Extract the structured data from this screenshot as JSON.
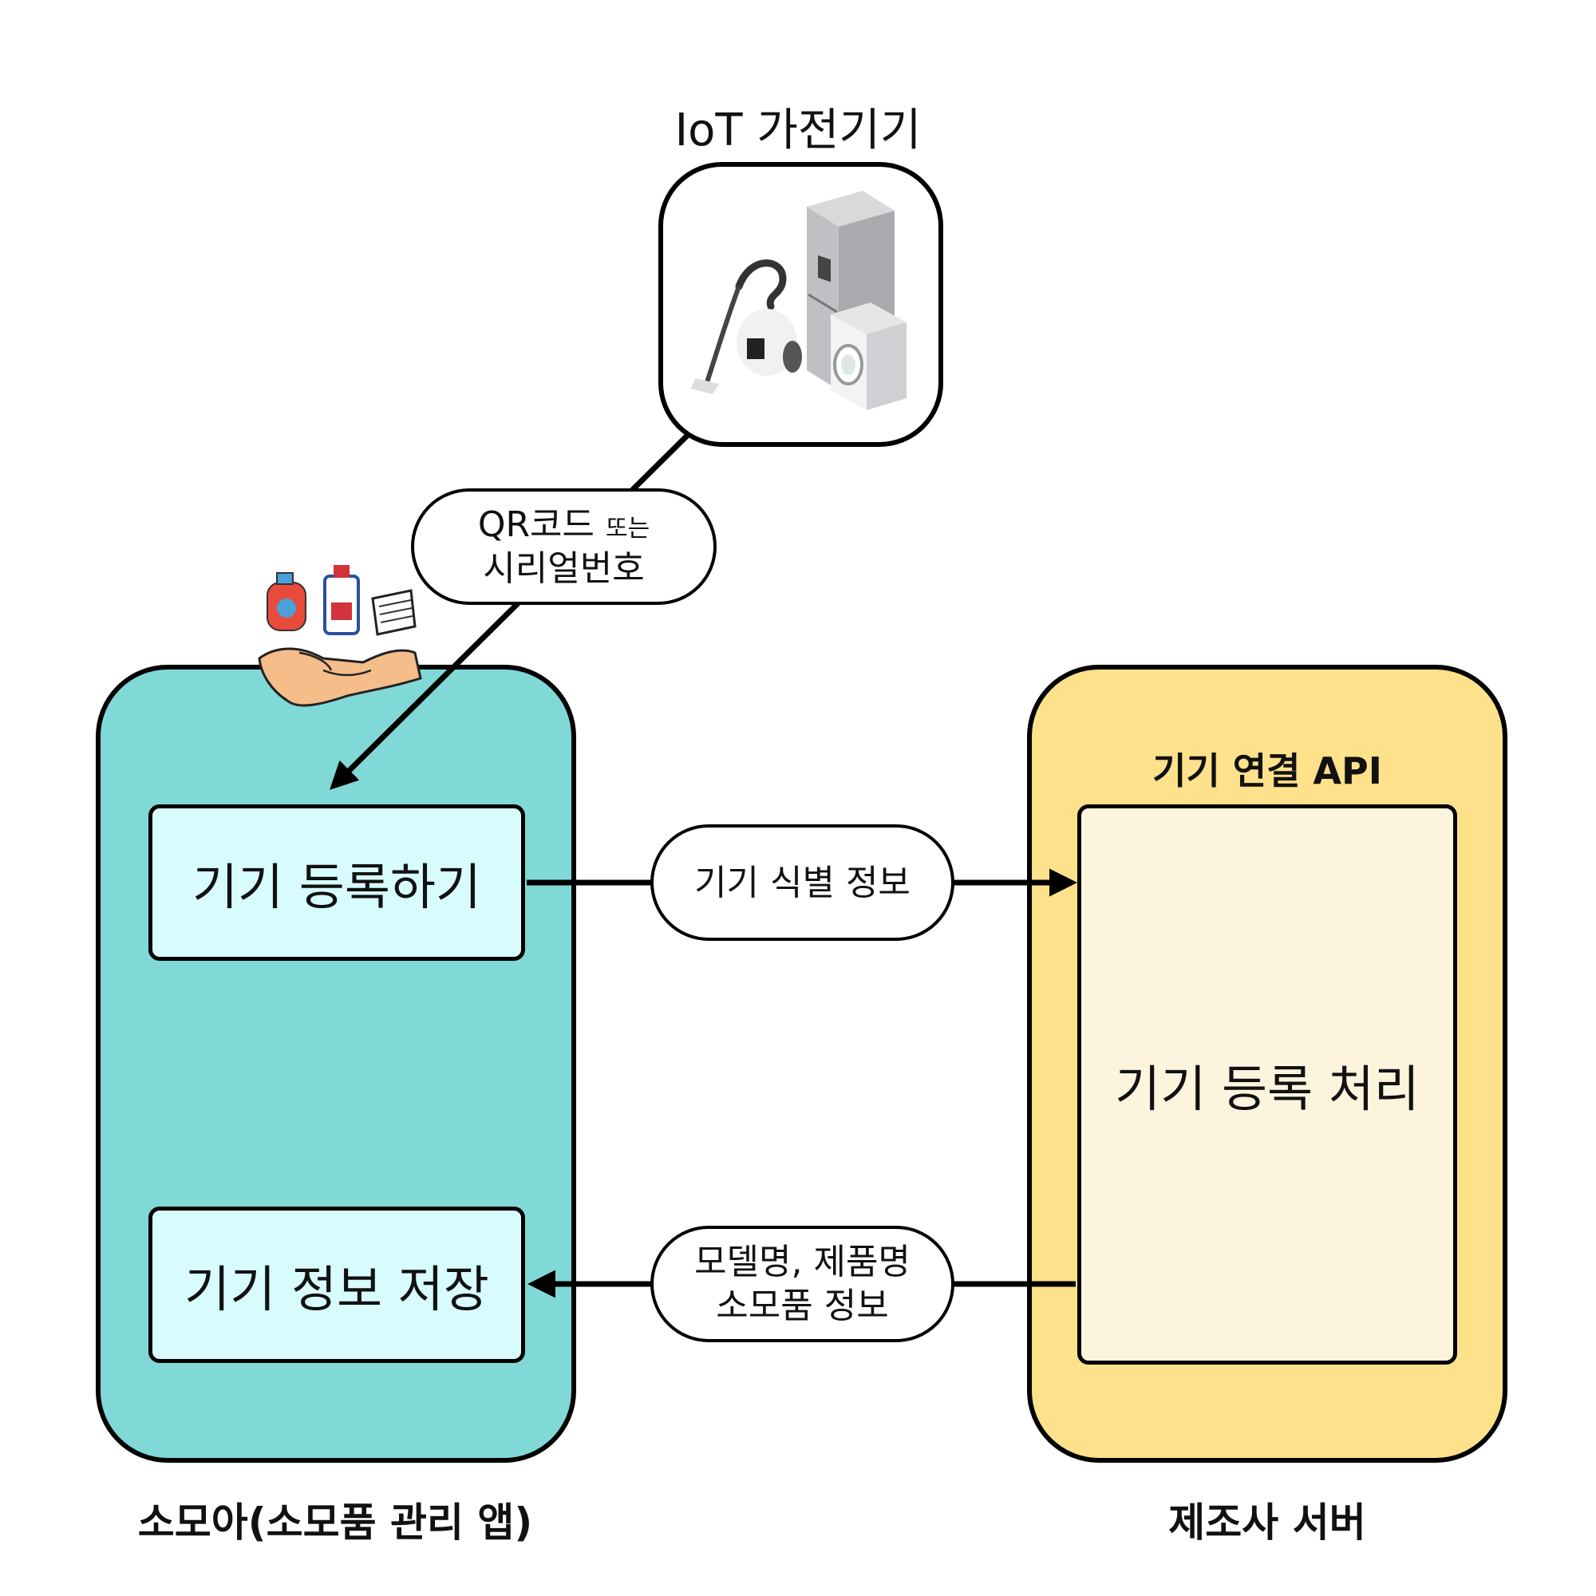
{
  "iot": {
    "title": "IoT 가전기기",
    "icon": "home-appliances-icon"
  },
  "pill_qr": {
    "line1_main": "QR코드",
    "line1_small": "또는",
    "line2": "시리얼번호"
  },
  "app": {
    "caption": "소모아(소모품 관리 앱)",
    "register_label": "기기 등록하기",
    "save_label": "기기 정보 저장",
    "color": "#80d9d6",
    "box_color": "#d8fbfd"
  },
  "pill_identify": {
    "label": "기기 식별 정보"
  },
  "pill_return": {
    "line1": "모델명, 제품명",
    "line2": "소모품 정보"
  },
  "server": {
    "caption": "제조사 서버",
    "api_label": "기기 연결 API",
    "process_label": "기기 등록 처리",
    "color": "#fde18b",
    "box_color": "#fdf4dd"
  }
}
